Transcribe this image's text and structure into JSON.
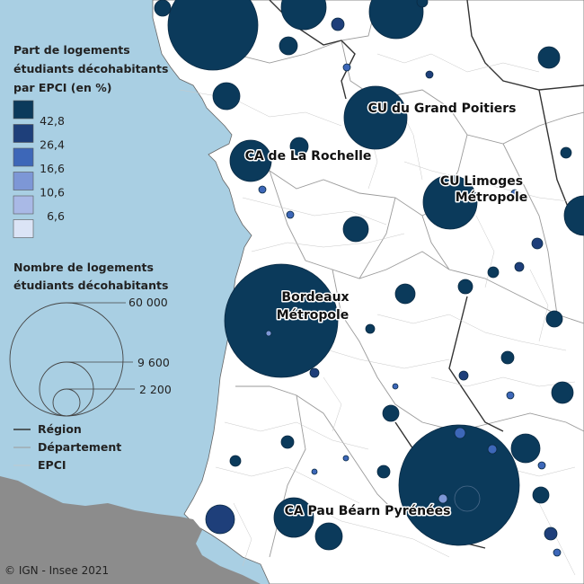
{
  "legend": {
    "share_title_lines": [
      "Part de logements",
      "étudiants décohabitants",
      "par EPCI (en %)"
    ],
    "share_classes": [
      {
        "label": "42,8",
        "color": "#0b3a5b"
      },
      {
        "label": "26,4",
        "color": "#1e3f7a"
      },
      {
        "label": "16,6",
        "color": "#3d67b8"
      },
      {
        "label": "10,6",
        "color": "#7d97d6"
      },
      {
        "label": "6,6",
        "color": "#a9b9e6"
      },
      {
        "label": "",
        "color": "#dbe4f6"
      }
    ],
    "count_title_lines": [
      "Nombre de logements",
      "étudiants décohabitants"
    ],
    "count_values": [
      "60 000",
      "9 600",
      "2 200"
    ],
    "boundaries": [
      "Région",
      "Département",
      "EPCI"
    ]
  },
  "cities": [
    {
      "name": "CU du Grand Poitiers"
    },
    {
      "name": "CA de La Rochelle"
    },
    {
      "name": "CU Limoges",
      "name2": "Métropole"
    },
    {
      "name": "Bordeaux",
      "name2": "Métropole"
    },
    {
      "name": "CA Pau Béarn Pyrénées"
    }
  ],
  "credit": "© IGN - Insee 2021",
  "colors": {
    "sea": "#a9cfe3",
    "land": "#ffffff",
    "outside": "#8c8c8c",
    "bubble_dark": "#0b3a5b",
    "bubble_mid": "#1e3f7a"
  }
}
